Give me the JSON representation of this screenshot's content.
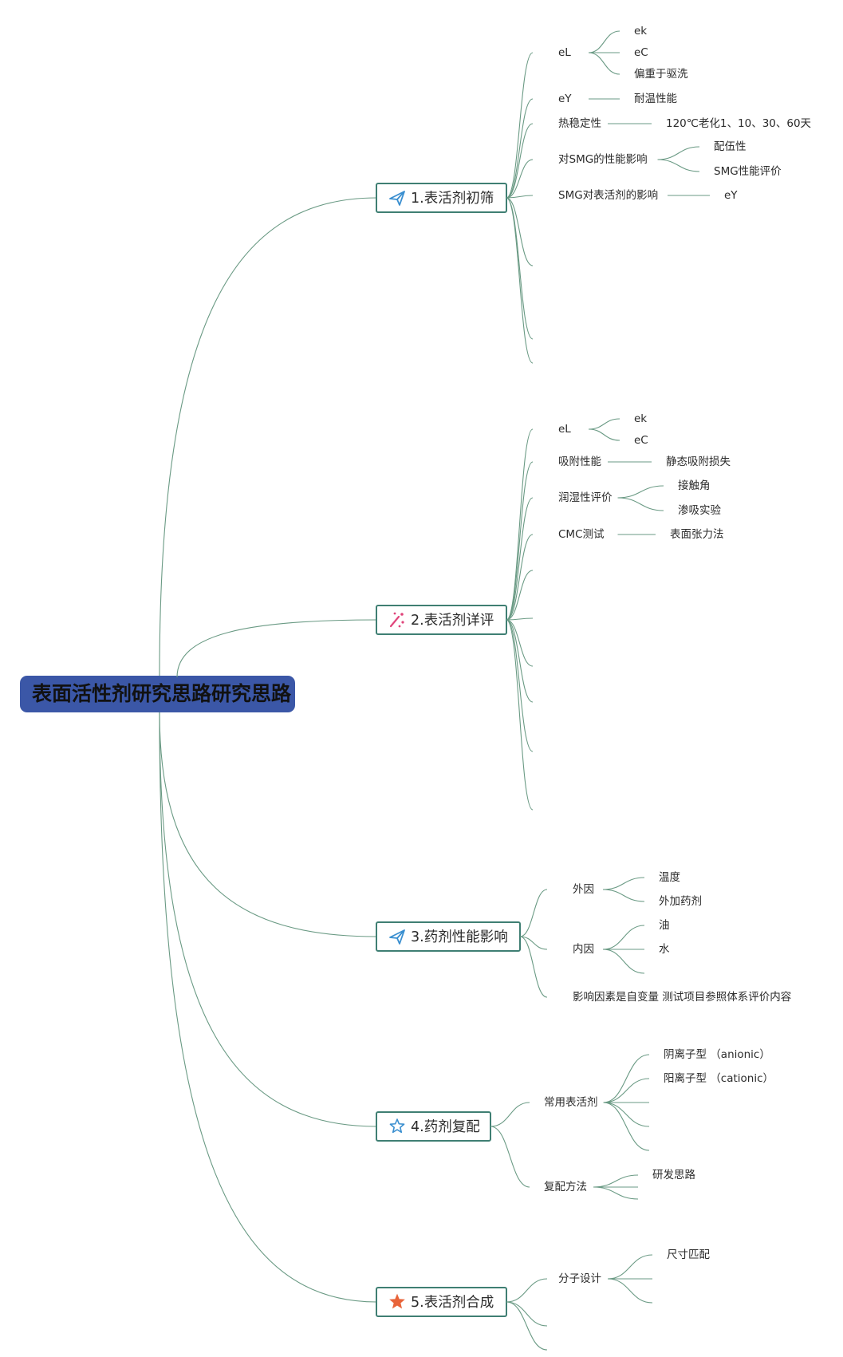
{
  "root": {
    "label": "表面活性剂研究思路研究思路"
  },
  "branches": [
    {
      "label": "1.表活剂初筛",
      "icon": "paper-plane-icon",
      "children": [
        {
          "label": "eL",
          "children": [
            {
              "label": "ek"
            },
            {
              "label": "eC"
            },
            {
              "label": "偏重于驱洗"
            }
          ]
        },
        {
          "label": "eY",
          "children": [
            {
              "label": "耐温性能"
            }
          ]
        },
        {
          "label": "热稳定性",
          "children": [
            {
              "label": "120℃老化1、10、30、60天"
            }
          ]
        },
        {
          "label": "对SMG的性能影响",
          "children": [
            {
              "label": "配伍性"
            },
            {
              "label": "SMG性能评价"
            }
          ]
        },
        {
          "label": "SMG对表活剂的影响",
          "children": [
            {
              "label": "eY"
            }
          ]
        },
        {
          "label": ""
        },
        {
          "label": ""
        },
        {
          "label": ""
        }
      ]
    },
    {
      "label": "2.表活剂详评",
      "icon": "sparkle-icon",
      "children": [
        {
          "label": "eL",
          "children": [
            {
              "label": "ek"
            },
            {
              "label": "eC"
            }
          ]
        },
        {
          "label": "吸附性能",
          "children": [
            {
              "label": "静态吸附损失"
            }
          ]
        },
        {
          "label": "润湿性评价",
          "children": [
            {
              "label": "接触角"
            },
            {
              "label": "渗吸实验"
            }
          ]
        },
        {
          "label": "CMC测试",
          "children": [
            {
              "label": "表面张力法"
            }
          ]
        },
        {
          "label": ""
        },
        {
          "label": ""
        },
        {
          "label": ""
        },
        {
          "label": ""
        },
        {
          "label": ""
        },
        {
          "label": ""
        }
      ]
    },
    {
      "label": "3.药剂性能影响",
      "icon": "paper-plane-icon",
      "children": [
        {
          "label": "外因",
          "children": [
            {
              "label": "温度"
            },
            {
              "label": "外加药剂"
            }
          ]
        },
        {
          "label": "内因",
          "children": [
            {
              "label": "油"
            },
            {
              "label": "水"
            },
            {
              "label": ""
            }
          ]
        },
        {
          "label": "影响因素是自变量 测试项目参照体系评价内容"
        }
      ]
    },
    {
      "label": "4.药剂复配",
      "icon": "star-outline-icon",
      "children": [
        {
          "label": "常用表活剂",
          "children": [
            {
              "label": "阴离子型 （anionic）"
            },
            {
              "label": "阳离子型 （cationic）"
            },
            {
              "label": ""
            },
            {
              "label": ""
            },
            {
              "label": ""
            }
          ]
        },
        {
          "label": "复配方法",
          "children": [
            {
              "label": "研发思路"
            },
            {
              "label": ""
            },
            {
              "label": ""
            }
          ]
        }
      ]
    },
    {
      "label": "5.表活剂合成",
      "icon": "star-filled-icon",
      "children": [
        {
          "label": "分子设计",
          "children": [
            {
              "label": "尺寸匹配"
            },
            {
              "label": ""
            },
            {
              "label": ""
            }
          ]
        },
        {
          "label": ""
        },
        {
          "label": ""
        }
      ]
    }
  ],
  "colors": {
    "root_fill": "#3b57a7",
    "edge": "#6a9a84",
    "branch_border": "#3f7f73",
    "icon_blue": "#3a8fd0",
    "icon_pink": "#e0457b",
    "icon_orange": "#e8643a"
  }
}
